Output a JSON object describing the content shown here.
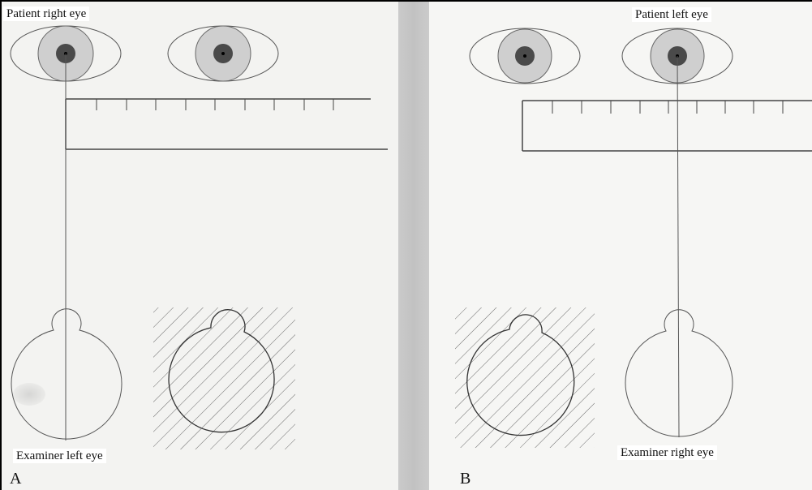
{
  "panel_a": {
    "patient_label": "Patient right eye",
    "examiner_label": "Examiner left eye",
    "panel_letter": "A"
  },
  "panel_b": {
    "patient_label": "Patient left eye",
    "examiner_label": "Examiner right eye",
    "panel_letter": "B"
  },
  "colors": {
    "line": "#444444",
    "iris": "#cfcfcf",
    "pupil": "#4a4a4a",
    "hatch": "#6a6a6a",
    "background": "#f3f3f1",
    "divider": "#c6c6c6"
  }
}
